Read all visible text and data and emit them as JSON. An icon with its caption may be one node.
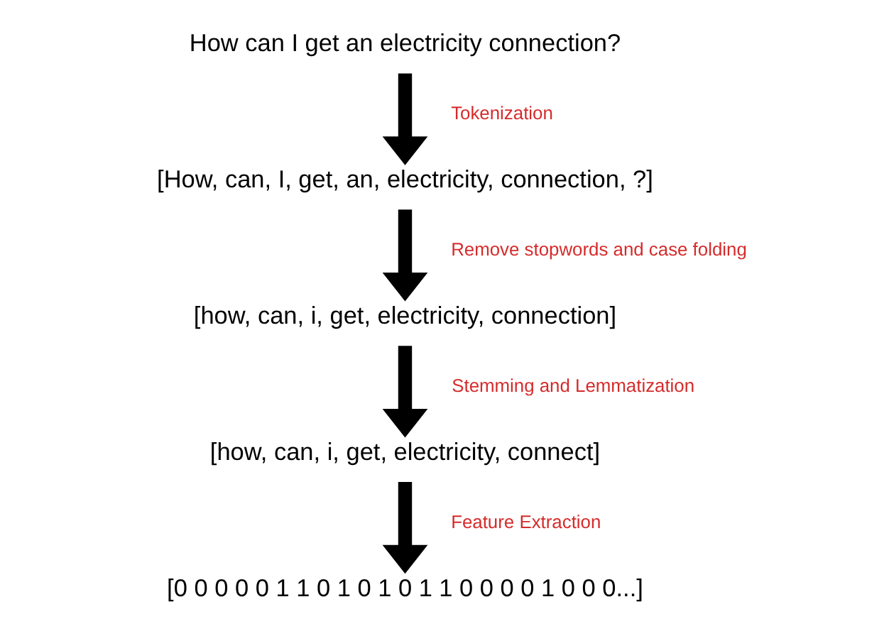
{
  "diagram": {
    "nodes": [
      {
        "text": [
          "How can I get an electricity connection?"
        ]
      },
      {
        "text": [
          "[How, can, I, get, an, electricity, connection, ?]"
        ]
      },
      {
        "text": [
          "[how, can, i, get, electricity, connection]"
        ]
      },
      {
        "text": [
          "[how, can, i, get, electricity, connect]"
        ]
      },
      {
        "text": [
          "[0 0 0 0 0 1 1 0 1 0 1 0 1 1 0 0 0 0 1 0 0 0...]"
        ]
      }
    ],
    "edges": [
      {
        "from": 0,
        "to": 1,
        "arrow": "to",
        "label": "Tokenization"
      },
      {
        "from": 1,
        "to": 2,
        "arrow": "to",
        "label": "Remove stopwords and case folding"
      },
      {
        "from": 2,
        "to": 3,
        "arrow": "to",
        "label": "Stemming and Lemmatization"
      },
      {
        "from": 3,
        "to": 4,
        "arrow": "to",
        "label": "Feature Extraction"
      }
    ]
  }
}
